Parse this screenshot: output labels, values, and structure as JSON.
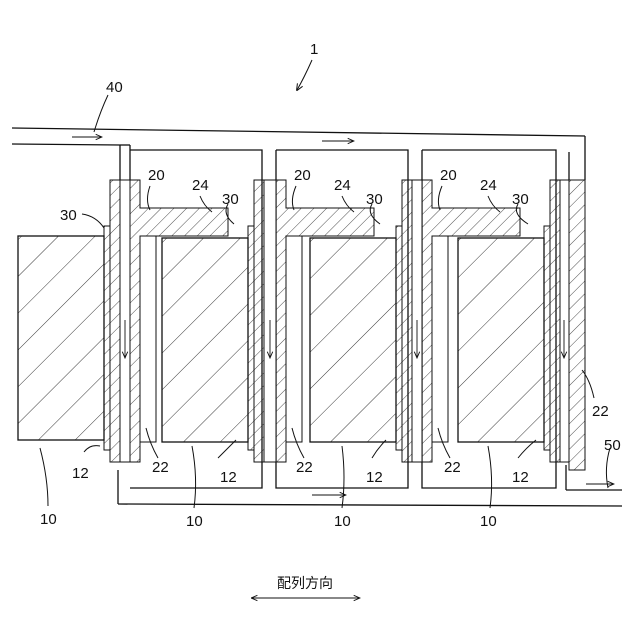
{
  "labels": {
    "device": "1",
    "inlet_pipe": "40",
    "outlet_pipe": "50",
    "holder": "20",
    "top_plate": "24",
    "seal": "30",
    "flow_gap": "22",
    "cell": "10",
    "cell_face": "12"
  },
  "caption": "配列方向"
}
